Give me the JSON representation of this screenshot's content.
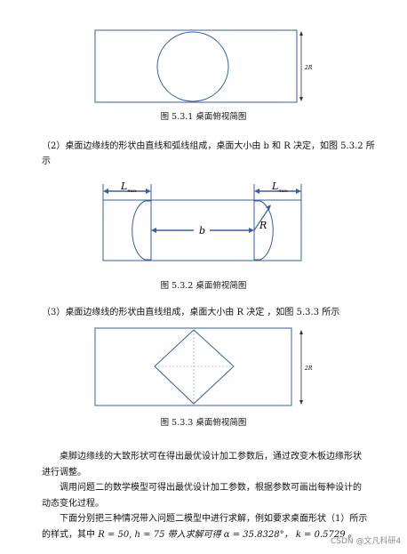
{
  "figure1": {
    "dim_label": "2R",
    "caption": "图 5.3.1  桌面俯视简图"
  },
  "para2": {
    "line1": "（2）桌面边缘线的形状由直线和弧线组成，桌面大小由 b 和 R 决定，如图 5.3.2 所",
    "line2": "示"
  },
  "figure2": {
    "lmax_left": "L",
    "lmax_left_sub": "max",
    "lmax_right": "L",
    "lmax_right_sub": "max",
    "b_label": "b",
    "r_label": "R",
    "caption": "图 5.3.2  桌面俯视简图"
  },
  "para3": {
    "line1": "（3）桌面边缘线的形状由直线组成，桌面大小由 R 决定 ，如图 5.3.3 所示"
  },
  "figure3": {
    "dim_label": "2R",
    "caption": "图 5.3.3  桌面俯视简图"
  },
  "body": {
    "p1_line1": "桌脚边缘线的大致形状可在得出最优设计加工参数后，通过改变木板边缘形状",
    "p1_line2": "进行调整。",
    "p2_line1": "调用问题二的数学模型可得出最优设计加工参数，根据参数可画出每种设计的",
    "p2_line2": "动态变化过程。",
    "p3_line1": "下面分别把三种情况带入问题二模型中进行求解，例如要求桌面形状（1）所示",
    "p3_line2_a": "的样式，其中 ",
    "p3_line2_math": "R = 50, h = 75 带入求解可得 α = 35.8328°，  k = 0.5729",
    "p3_line2_b": " 。"
  },
  "watermark": "CSDN @文凡科研4"
}
